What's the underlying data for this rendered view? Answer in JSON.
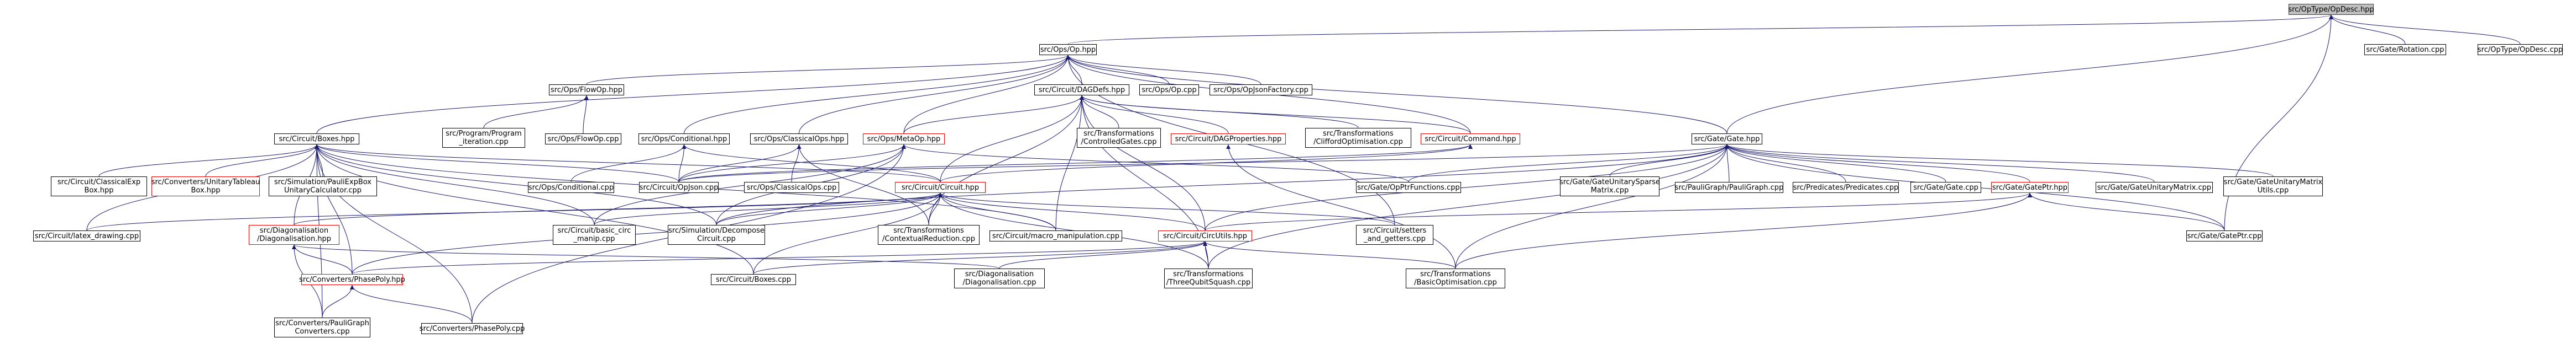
{
  "colors": {
    "edge": "#191970",
    "border": "#000000",
    "border_incomplete": "#ff0000",
    "root_fill": "#bfbfbf"
  },
  "graph": {
    "nodes": {
      "root": {
        "label": "src/OpType/OpDesc.hpp",
        "style": "root"
      },
      "op_hpp": {
        "label": "src/Ops/Op.hpp"
      },
      "rotation_cpp": {
        "label": "src/Gate/Rotation.cpp"
      },
      "opdesc_cpp": {
        "label": "src/OpType/OpDesc.cpp"
      },
      "flowop_hpp": {
        "label": "src/Ops/FlowOp.hpp"
      },
      "dagdefs_hpp": {
        "label": "src/Circuit/DAGDefs.hpp"
      },
      "op_cpp": {
        "label": "src/Ops/Op.cpp"
      },
      "opjsonfactory": {
        "label": "src/Ops/OpJsonFactory.cpp"
      },
      "gate_hpp": {
        "label": "src/Gate/Gate.hpp"
      },
      "boxes_hpp": {
        "label": "src/Circuit/Boxes.hpp"
      },
      "program_iter": {
        "label": "src/Program/Program\n_iteration.cpp"
      },
      "flowop_cpp": {
        "label": "src/Ops/FlowOp.cpp"
      },
      "conditional_hpp": {
        "label": "src/Ops/Conditional.hpp"
      },
      "classicalops_hpp": {
        "label": "src/Ops/ClassicalOps.hpp"
      },
      "metaop_hpp": {
        "label": "src/Ops/MetaOp.hpp",
        "style": "red"
      },
      "controlled_gates": {
        "label": "src/Transformations\n/ControlledGates.cpp"
      },
      "dagproperties": {
        "label": "src/Circuit/DAGProperties.hpp",
        "style": "red"
      },
      "clifford_opt": {
        "label": "src/Transformations\n/CliffordOptimisation.cpp"
      },
      "command_hpp": {
        "label": "src/Circuit/Command.hpp",
        "style": "red"
      },
      "classicalexp": {
        "label": "src/Circuit/ClassicalExp\nBox.hpp"
      },
      "unitary_tableau": {
        "label": "src/Converters/UnitaryTableau\nBox.hpp",
        "style": "red"
      },
      "pauliexpbox": {
        "label": "src/Simulation/PauliExpBox\nUnitaryCalculator.cpp"
      },
      "conditional_cpp": {
        "label": "src/Ops/Conditional.cpp"
      },
      "opjson_cpp": {
        "label": "src/Circuit/OpJson.cpp"
      },
      "classicalops_cpp": {
        "label": "src/Ops/ClassicalOps.cpp"
      },
      "circuit_hpp": {
        "label": "src/Circuit/Circuit.hpp",
        "style": "red"
      },
      "opptrfunctions": {
        "label": "src/Gate/OpPtrFunctions.cpp"
      },
      "sparse_matrix": {
        "label": "src/Gate/GateUnitarySparse\nMatrix.cpp"
      },
      "paulygraph": {
        "label": "src/PauliGraph/PauliGraph.cpp"
      },
      "predicates": {
        "label": "src/Predicates/Predicates.cpp"
      },
      "gate_cpp": {
        "label": "src/Gate/Gate.cpp"
      },
      "gateptr_hpp": {
        "label": "src/Gate/GatePtr.hpp",
        "style": "red"
      },
      "unitary_matrix": {
        "label": "src/Gate/GateUnitaryMatrix.cpp"
      },
      "unitary_utils": {
        "label": "src/Gate/GateUnitaryMatrix\nUtils.cpp"
      },
      "latex_drawing": {
        "label": "src/Circuit/latex_drawing.cpp"
      },
      "diag_hpp": {
        "label": "src/Diagonalisation\n/Diagonalisation.hpp",
        "style": "red"
      },
      "basic_circ": {
        "label": "src/Circuit/basic_circ\n_manip.cpp"
      },
      "decompose": {
        "label": "src/Simulation/Decompose\nCircuit.cpp"
      },
      "contextual": {
        "label": "src/Transformations\n/ContextualReduction.cpp"
      },
      "macro_manip": {
        "label": "src/Circuit/macro_manipulation.cpp"
      },
      "circutils_hpp": {
        "label": "src/Circuit/CircUtils.hpp",
        "style": "red"
      },
      "setters": {
        "label": "src/Circuit/setters\n_and_getters.cpp"
      },
      "gateptr_cpp": {
        "label": "src/Gate/GatePtr.cpp"
      },
      "phasepoly_hpp": {
        "label": "src/Converters/PhasePoly.hpp",
        "style": "red"
      },
      "boxes_cpp": {
        "label": "src/Circuit/Boxes.cpp"
      },
      "diag_cpp": {
        "label": "src/Diagonalisation\n/Diagonalisation.cpp"
      },
      "three_qubit": {
        "label": "src/Transformations\n/ThreeQubitSquash.cpp"
      },
      "basic_opt": {
        "label": "src/Transformations\n/BasicOptimisation.cpp"
      },
      "pauligraph_conv": {
        "label": "src/Converters/PauliGraph\nConverters.cpp"
      },
      "phasepoly_cpp": {
        "label": "src/Converters/PhasePoly.cpp"
      }
    },
    "edges": [
      [
        "root",
        "op_hpp"
      ],
      [
        "root",
        "rotation_cpp"
      ],
      [
        "root",
        "opdesc_cpp"
      ],
      [
        "root",
        "gate_hpp"
      ],
      [
        "root",
        "gateptr_cpp"
      ],
      [
        "op_hpp",
        "flowop_hpp"
      ],
      [
        "op_hpp",
        "dagdefs_hpp"
      ],
      [
        "op_hpp",
        "op_cpp"
      ],
      [
        "op_hpp",
        "opjsonfactory"
      ],
      [
        "op_hpp",
        "gate_hpp"
      ],
      [
        "op_hpp",
        "boxes_hpp"
      ],
      [
        "op_hpp",
        "conditional_hpp"
      ],
      [
        "op_hpp",
        "classicalops_hpp"
      ],
      [
        "op_hpp",
        "metaop_hpp"
      ],
      [
        "op_hpp",
        "command_hpp"
      ],
      [
        "op_hpp",
        "setters"
      ],
      [
        "flowop_hpp",
        "program_iter"
      ],
      [
        "flowop_hpp",
        "flowop_cpp"
      ],
      [
        "dagdefs_hpp",
        "controlled_gates"
      ],
      [
        "dagdefs_hpp",
        "dagproperties"
      ],
      [
        "dagdefs_hpp",
        "clifford_opt"
      ],
      [
        "dagdefs_hpp",
        "command_hpp"
      ],
      [
        "dagdefs_hpp",
        "circuit_hpp"
      ],
      [
        "dagdefs_hpp",
        "metaop_hpp"
      ],
      [
        "dagdefs_hpp",
        "contextual"
      ],
      [
        "dagdefs_hpp",
        "circutils_hpp"
      ],
      [
        "dagdefs_hpp",
        "three_qubit"
      ],
      [
        "dagdefs_hpp",
        "macro_manip"
      ],
      [
        "dagproperties",
        "basic_opt"
      ],
      [
        "command_hpp",
        "circuit_hpp"
      ],
      [
        "command_hpp",
        "opjson_cpp"
      ],
      [
        "gate_hpp",
        "opptrfunctions"
      ],
      [
        "gate_hpp",
        "sparse_matrix"
      ],
      [
        "gate_hpp",
        "paulygraph"
      ],
      [
        "gate_hpp",
        "predicates"
      ],
      [
        "gate_hpp",
        "gate_cpp"
      ],
      [
        "gate_hpp",
        "gateptr_hpp"
      ],
      [
        "gate_hpp",
        "unitary_matrix"
      ],
      [
        "gate_hpp",
        "unitary_utils"
      ],
      [
        "gate_hpp",
        "gateptr_cpp"
      ],
      [
        "gate_hpp",
        "basic_opt"
      ],
      [
        "gate_hpp",
        "circutils_hpp"
      ],
      [
        "gate_hpp",
        "decompose"
      ],
      [
        "gate_hpp",
        "three_qubit"
      ],
      [
        "gate_hpp",
        "opjson_cpp"
      ],
      [
        "gateptr_hpp",
        "gateptr_cpp"
      ],
      [
        "gateptr_hpp",
        "basic_opt"
      ],
      [
        "gateptr_hpp",
        "circutils_hpp"
      ],
      [
        "boxes_hpp",
        "classicalexp"
      ],
      [
        "boxes_hpp",
        "unitary_tableau"
      ],
      [
        "boxes_hpp",
        "pauliexpbox"
      ],
      [
        "boxes_hpp",
        "circuit_hpp"
      ],
      [
        "boxes_hpp",
        "opjson_cpp"
      ],
      [
        "boxes_hpp",
        "latex_drawing"
      ],
      [
        "boxes_hpp",
        "diag_hpp"
      ],
      [
        "boxes_hpp",
        "basic_circ"
      ],
      [
        "boxes_hpp",
        "decompose"
      ],
      [
        "boxes_hpp",
        "boxes_cpp"
      ],
      [
        "boxes_hpp",
        "phasepoly_hpp"
      ],
      [
        "boxes_hpp",
        "pauligraph_conv"
      ],
      [
        "boxes_hpp",
        "phasepoly_cpp"
      ],
      [
        "boxes_hpp",
        "macro_manip"
      ],
      [
        "conditional_hpp",
        "conditional_cpp"
      ],
      [
        "conditional_hpp",
        "opjson_cpp"
      ],
      [
        "conditional_hpp",
        "circuit_hpp"
      ],
      [
        "classicalops_hpp",
        "classicalops_cpp"
      ],
      [
        "classicalops_hpp",
        "opjson_cpp"
      ],
      [
        "classicalops_hpp",
        "contextual"
      ],
      [
        "metaop_hpp",
        "opjson_cpp"
      ],
      [
        "metaop_hpp",
        "opptrfunctions"
      ],
      [
        "metaop_hpp",
        "basic_circ"
      ],
      [
        "metaop_hpp",
        "decompose"
      ],
      [
        "metaop_hpp",
        "phasepoly_cpp"
      ],
      [
        "circuit_hpp",
        "latex_drawing"
      ],
      [
        "circuit_hpp",
        "diag_hpp"
      ],
      [
        "circuit_hpp",
        "basic_circ"
      ],
      [
        "circuit_hpp",
        "decompose"
      ],
      [
        "circuit_hpp",
        "contextual"
      ],
      [
        "circuit_hpp",
        "macro_manip"
      ],
      [
        "circuit_hpp",
        "circutils_hpp"
      ],
      [
        "circuit_hpp",
        "setters"
      ],
      [
        "circuit_hpp",
        "phasepoly_hpp"
      ],
      [
        "circuit_hpp",
        "three_qubit"
      ],
      [
        "circuit_hpp",
        "boxes_cpp"
      ],
      [
        "diag_hpp",
        "phasepoly_hpp"
      ],
      [
        "diag_hpp",
        "diag_cpp"
      ],
      [
        "diag_hpp",
        "pauligraph_conv"
      ],
      [
        "circutils_hpp",
        "boxes_cpp"
      ],
      [
        "circutils_hpp",
        "diag_cpp"
      ],
      [
        "circutils_hpp",
        "three_qubit"
      ],
      [
        "circutils_hpp",
        "basic_opt"
      ],
      [
        "circutils_hpp",
        "phasepoly_hpp"
      ],
      [
        "phasepoly_hpp",
        "pauligraph_conv"
      ],
      [
        "phasepoly_hpp",
        "phasepoly_cpp"
      ]
    ]
  }
}
